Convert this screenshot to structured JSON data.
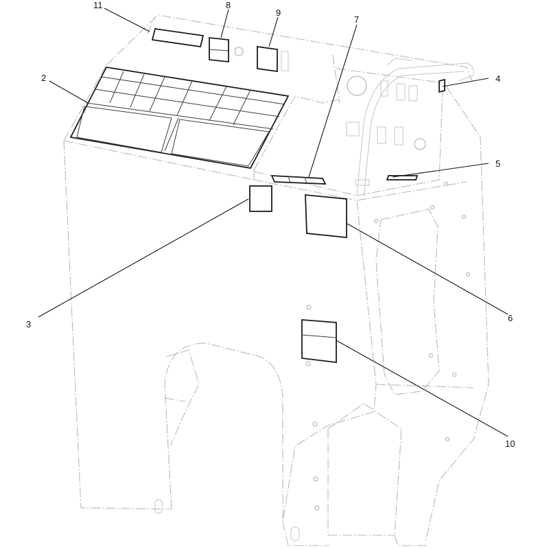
{
  "callouts": {
    "c2": "2",
    "c3": "3",
    "c4": "4",
    "c5": "5",
    "c6": "6",
    "c7": "7",
    "c8": "8",
    "c9": "9",
    "c10": "10",
    "c11": "11"
  },
  "colors": {
    "ghost_line": "#b8b8b8",
    "decal_outline": "#1a1a1a",
    "leader_line": "#111111",
    "background": "#ffffff"
  }
}
